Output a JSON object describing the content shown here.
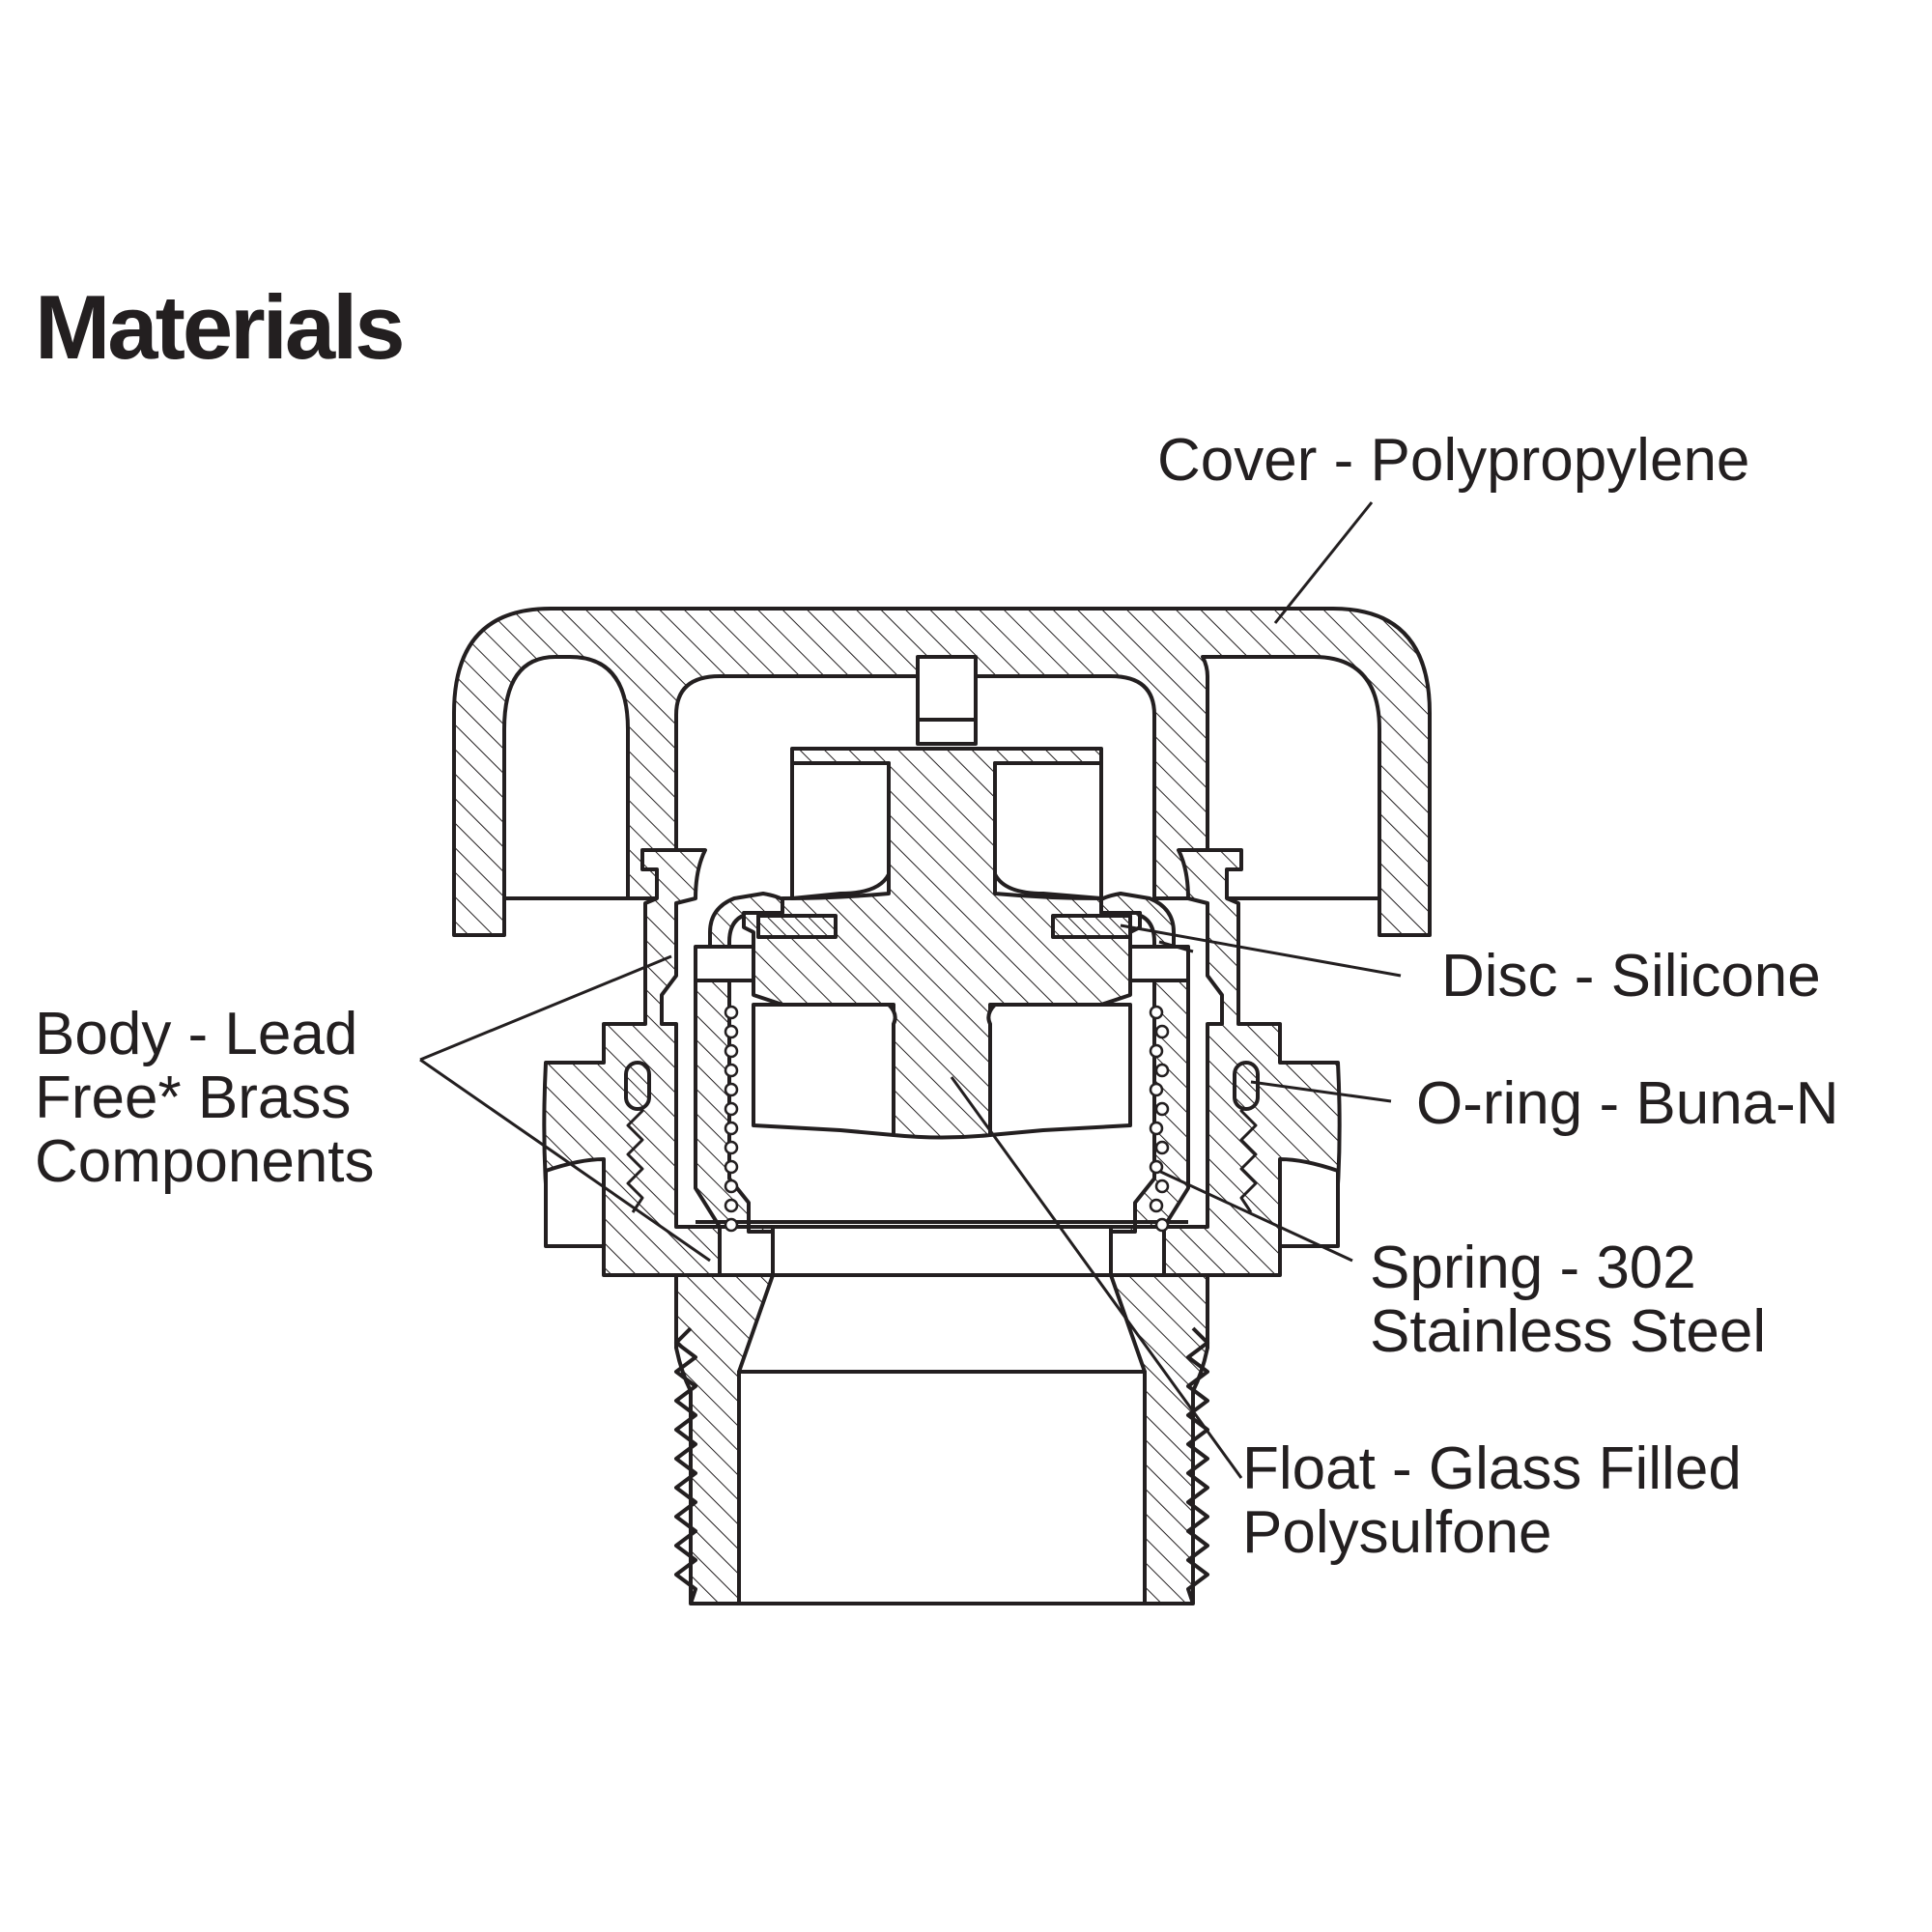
{
  "title": "Materials",
  "labels": {
    "cover": [
      "Cover - Polypropylene"
    ],
    "disc": [
      "Disc - Silicone"
    ],
    "oring": [
      "O-ring - Buna-N"
    ],
    "body": [
      "Body - Lead",
      "Free* Brass",
      "Components"
    ],
    "spring": [
      "Spring - 302",
      "Stainless Steel"
    ],
    "float": [
      "Float - Glass Filled",
      "Polysulfone"
    ]
  },
  "colors": {
    "ink": "#231f20",
    "background": "#ffffff"
  }
}
